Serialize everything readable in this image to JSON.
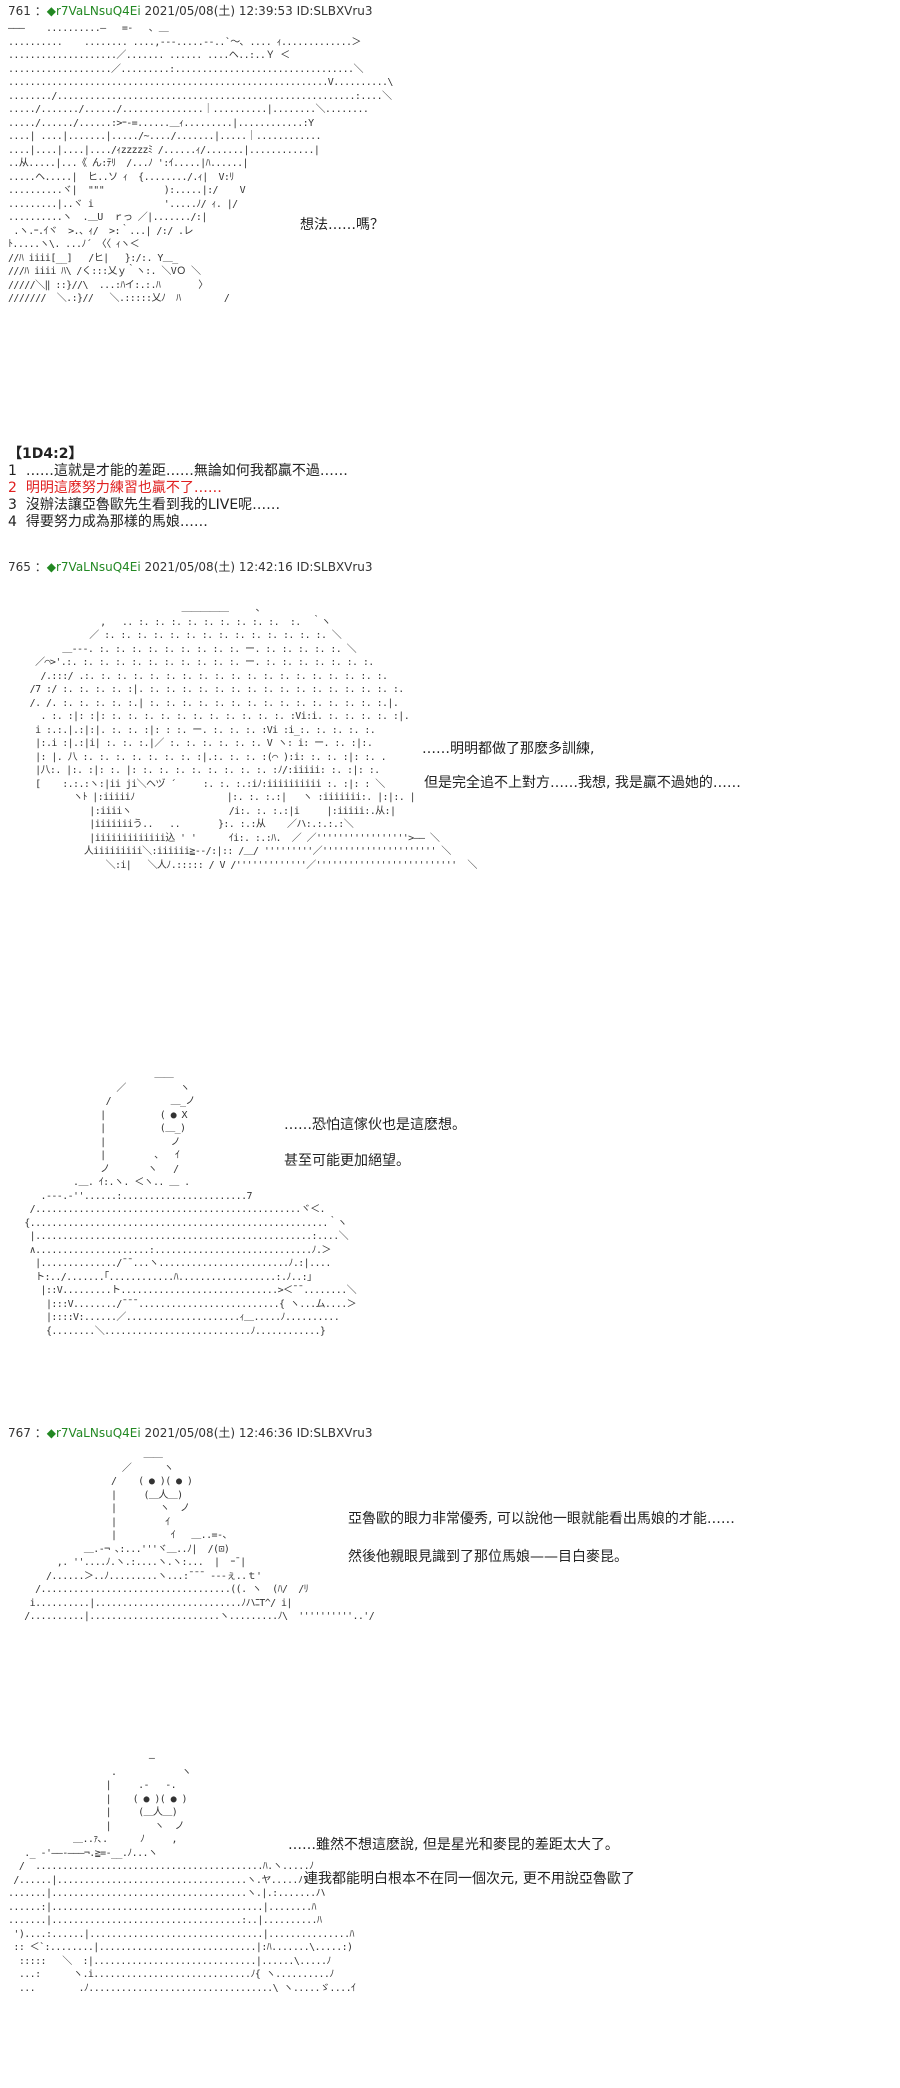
{
  "posts": [
    {
      "number": "761",
      "separator": "：",
      "trip": "◆r7VaLNsuQ4Ei",
      "datetime": "2021/05/08(土) 12:39:53 ID:SLBXVru3",
      "lines": [
        "想法……嗎？"
      ]
    },
    {
      "number": "765",
      "separator": "：",
      "trip": "◆r7VaLNsuQ4Ei",
      "datetime": "2021/05/08(土) 12:42:16 ID:SLBXVru3",
      "lines": [
        "……明明都做了那麽多訓練,",
        "但是完全追不上對方……我想, 我是贏不過她的……",
        "……恐怕這傢伙也是這麽想。",
        "甚至可能更加絕望。"
      ]
    },
    {
      "number": "767",
      "separator": "：",
      "trip": "◆r7VaLNsuQ4Ei",
      "datetime": "2021/05/08(土) 12:46:36 ID:SLBXVru3",
      "lines": [
        "亞魯歐的眼力非常優秀, 可以說他一眼就能看出馬娘的才能……",
        "然後他親眼見識到了那位馬娘——目白麥昆。",
        "……雖然不想這麽說, 但是星光和麥昆的差距太大了。",
        "連我都能明白根本不在同一個次元, 更不用說亞魯歐了"
      ]
    }
  ],
  "choices": {
    "title": "【1D4:2】",
    "items": [
      {
        "num": "1",
        "text": "……這就是才能的差距……無論如何我都贏不過……",
        "highlight": false
      },
      {
        "num": "2",
        "text": "明明這麽努力練習也贏不了……",
        "highlight": true
      },
      {
        "num": "3",
        "text": "沒辦法讓亞魯歐先生看到我的LIVE呢……",
        "highlight": false
      },
      {
        "num": "4",
        "text": "得要努力成為那樣的馬娘……",
        "highlight": false
      }
    ]
  },
  "ascii_art": {
    "art1": "―――    ..........―   =-   ､ ＿\n..........    ........ ....,---.....--..`～､ .... ｨ.............＞\n....................／....... ...... ....ヘ..:..Ｙ ＜\n...................／.........:.................................＼\n...........................................................V..........\\\n......../.......................................................:....＼\n...../......./....../...............｜..........|........＼........\n...../....../......:>ｰ-=......＿ｨ.........|............:Y\n....| ....|.......|...../~..../.......|.....｜............\n....|....|....|..../ｨzzzzzﾐ /......ｨ/.......|............|\n..从.....|...《 ん:ﾃﾘ  /...ﾉ ':ｲ.....|ﾊ......|\n.....ヘ.....|  ヒ..ソ ｨ  {......../.ｨ|  V:ﾘ\n..........ヾ|  \"\"\"           ):.....|:/    V\n.........|..ヾ i             '.....ﾉ/ ｨ. |/\n..........ヽ  .＿U  ｒっ ／|......./:|\n .ヽ.ｰ.ｲヾ  >.、ｨ/  >:｀...| /:/ .レ\nﾄ.....ヽ\\. ...ﾉ´ 〈〈 ｨヽ＜\n//ﾊ iiii[__]   /ヒ|   }:/:. Y＿_\n///ﾊ iiii ﾊ\\ /く:::乂ｙ｀ヽ:. ＼VＯ ＼\n/////＼‖ ::}//\\  ...:ﾊイ:.:.ﾊ       〉\n///////  ＼.:}//   ＼.:::::乂ﾉ  ﾊ        /",
    "art2": "                                ＿＿＿＿＿     、\n                 ,   .. :. :. :. :. :. :. :. :. :.  :.  ｀ヽ\n               ／ :. :. :. :. :. :. :. :. :. :. :. :. :. :. ＼\n          ＿--‐. :. :. :. :. :. :. :. :. :. ー. :. :. :. :. :. ＼\n     ／⌒>'.:. :. :. :. :. :. :. :. :. :. :. ー. :. :. :. :. :. :. :.\n      /.:::/ .:. :. :. :. :. :. :. :. :. :. :. :. :. :. :. :. :. :. :.\n    /7 :/ :. :. :. :. :|. :. :. :. :. :. :. :. :. :. :. :. :. :. :. :. :.\n    /. /. :. :. :. :. :.| :. :. :. :. :. :. :. :. :. :. :. :. :. :. :.|.\n      . :. :|: :|: :. :. :. :. :. :. :. :. :. :. :. :Vi:i. :. :. :. :. :|.\n     i :.:.|.:|:|. :. :. :|: : :. ー. :. :. :. :Vi :i_:. :. :. :. :.\n     |:.i :|.:|i| :. :. :.|／ :. :. :. :. :. :. V ヽ: i: ー. :. :|:.\n     |: |. 八 :. :. :. :. :. :. :. :|.:. :. :. :(⌒ ):i: :. :. :|: :. .\n     |八:. |:. :|: :. |: :. :. :. :. :. :. :. :. :ﾉ/:iiiii: :. :|: :.\n     [    :.:.:ヽ:|ii ji＼ヘヅ ´     :. :. :.:iﾉ:iiiiiiiiii :. :|: : ＼\n            ヽﾄ |:iiiiiﾉ                 |:. :. :.:|   ヽ :iiiiiii:. |:|:. |\n               |:iiiiヽ                  /i:. :. :.:|i     |:iiiii:.从:|\n               |iiiiiiiう..   ..       }:. :.:从    ／ハ:.:.:.:＼\n               |iiiiiiiiiiiii込 ' '      ｲi:. :.:ﾊ.  ／ ／'''''''''''''''''>―― ＼\n              人iiiiiiiii＼:iiiiii≧‐-/:|:: /＿/ '''''''''／''''''''''''''''''''' ＼\n                  ＼:i|   ＼人ﾉ.::::: / V /'''''''''''''／''''''''''''''''''''''''''  ＼",
    "art3": "                           ＿＿\n                    ／          ヽ\n                  /           ＿_ノ\n                 |          ( ● X\n                 |          (＿_)\n                 |            ノ\n                 |         ､   ｲ\n                 ノ       ヽ   /\n            .＿. ｲ:.ヽ. ＜ヽ.. ＿ .\n      .--‐.‐''......:.......................7\n    /.................................................ヾ＜.\n   {.......................................................｀ヽ\n    |...................................................:....＼\n    ∧.....................:.............................ﾉ.＞\n     |............../¯¯...ヽ........................ﾉ.:|....\n     ト:../.......｢............ﾊ..................:.ﾉ..:｣\n      |::V.........ト.............................>＜¯¯........＼\n       |:::V......../¯¯¯..........................{ ヽ...ム....＞\n       |::::V:......／.....................ｨ＿.....ﾉ..........\n       {........＼...........................ﾉ............}",
    "art4": "                         ＿＿\n                     ／      ヽ\n                   /    ( ● )( ● )\n                   |     (＿人＿)\n                   |        ヽ  ノ\n                   |         ｲ\n                   |          ｲ   ＿..=-、\n              ＿.-¬ ､:...'''ヾ＿..ﾉ|  /(⊡)\n         ,. ''....ﾉ.ヽ.:....ヽ.ヽ:...  |  ｰ¯|\n       /......＞..ﾉ.........ヽ...:¯¯¯ ‐--ぇ..ｔ'\n     /...................................((. ヽ  (ﾊ/  /ﾘ\n    i..........|...........................ﾉハﾆT^/ i|\n   /..........|........................ヽ.........ﾉ\\  ''''''''''..'/",
    "art5": "                          ―\n                   .            ヽ\n                  |     .-   -.\n                  |    ( ● )( ● )\n                  |     (＿人＿)\n                  |        ヽ  ノ\n            ＿..ｧ､.      ﾉ     ,\n   ._ -'――‐―――¬.≧=-__.ﾉ...ヽ\n  /  ..........................................ﾊ.ヽ.....ﾉ\n /......|...................................ヽ.ヤ.....ハ\n.......|....................................ヽ.|.:.......ハ\n......:|.......................................|........ﾊ\n.......|...................................:..|..........ﾊ\n ')....:......|................................|...............ﾊ\n :: ＜`:........|.............................|:ﾊ.......\\.....:)\n  :::::   ＼  :|..............................|......\\.....ﾉ\n  ...:      ヽ.i.............................ﾉ{ ヽ..........ﾉ\n  ...        .ﾉ..................................\\ ヽ.....ゞ....ｲ"
  }
}
